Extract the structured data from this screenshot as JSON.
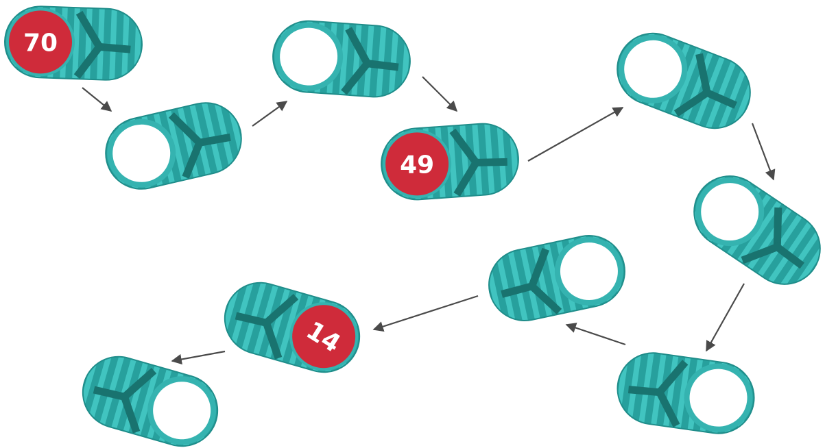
{
  "colors": {
    "pod_light": "#35b3b0",
    "pod_dark": "#27a09d",
    "stripe": "#41c4c0",
    "rim": "#1f8d8a",
    "mark": "#19736f",
    "hole": "#ffffff",
    "badge": "#cf2b3a",
    "badge_text": "#ffffff",
    "arrow": "#4a4a4a"
  },
  "pods": [
    {
      "id": "pod-1",
      "badge": "70"
    },
    {
      "id": "pod-2",
      "badge": ""
    },
    {
      "id": "pod-3",
      "badge": ""
    },
    {
      "id": "pod-4",
      "badge": "49"
    },
    {
      "id": "pod-5",
      "badge": ""
    },
    {
      "id": "pod-6",
      "badge": ""
    },
    {
      "id": "pod-7",
      "badge": ""
    },
    {
      "id": "pod-8",
      "badge": ""
    },
    {
      "id": "pod-9",
      "badge": "14"
    },
    {
      "id": "pod-10",
      "badge": ""
    }
  ],
  "sequence_arrows": [
    {
      "from": "pod-1",
      "to": "pod-2"
    },
    {
      "from": "pod-2",
      "to": "pod-3"
    },
    {
      "from": "pod-3",
      "to": "pod-4"
    },
    {
      "from": "pod-4",
      "to": "pod-5"
    },
    {
      "from": "pod-5",
      "to": "pod-6"
    },
    {
      "from": "pod-6",
      "to": "pod-7"
    },
    {
      "from": "pod-7",
      "to": "pod-8"
    },
    {
      "from": "pod-8",
      "to": "pod-9"
    },
    {
      "from": "pod-9",
      "to": "pod-10"
    }
  ]
}
